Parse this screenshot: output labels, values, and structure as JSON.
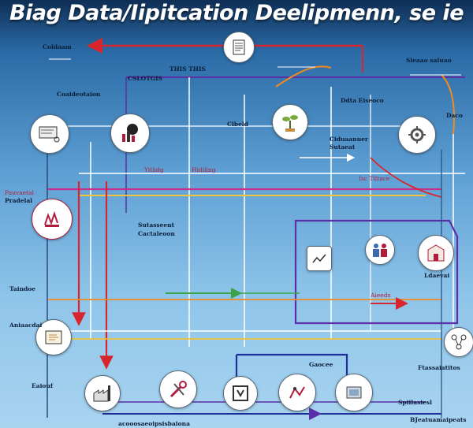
{
  "title": "Biag Data/Iipitcation Deelipmenn, se ie",
  "labels": {
    "top_center": "Coldaam",
    "top_center_sub": "",
    "top_right": "Sleaao saluao",
    "top_right_sub": "",
    "upper_mid_left": "CSLOTGIS",
    "upper_mid_center": "THIS THIS",
    "left_top": "Coaideotaion",
    "right_heading": "Ddta Eiseoco",
    "center_node_caption": "Clbeld",
    "mid_left_small": "Yitlidg",
    "mid_center_small": "Hidiling",
    "center_block_1": "Ciduaanuer",
    "center_block_2": "Sutaeat",
    "mid_right_caption": "Isc Tiltace",
    "left_side_1": "Pauvaetal",
    "left_side_2": "Pradelal",
    "center_left_block": "Sutasseent",
    "center_left_block_2": "Cactaleoon",
    "right_mid_small": "Ldaevai",
    "left_lower_1": "Taindoe",
    "left_lower_2": "Aniaacdai",
    "arrow_label_right": "Aieeds",
    "bottom_left": "Eaiouf",
    "bottom_center_small": "Gaocee",
    "bottom_right_1": "Ftassaiatitos",
    "bottom_right_2": "Spiilasiesl",
    "bottom_right_3": "BJeatuamaipeats",
    "bottom_center_long": "acooosaeoipsisbaiona",
    "right_small_top": "Daco"
  },
  "icons": [
    "document-icon",
    "device-icon",
    "analytics-icon",
    "chart-icon",
    "plant-icon",
    "gear-icon",
    "hands-icon",
    "people-icon",
    "building-icon",
    "code-icon",
    "network-icon",
    "factory-icon",
    "tools-icon",
    "frame-icon",
    "server-icon",
    "globe-icon"
  ],
  "colors": {
    "line_red": "#d8262e",
    "line_purple": "#5a2fa8",
    "line_orange": "#f28a1f",
    "line_yellow": "#f2c23a",
    "line_white": "#ffffff",
    "line_green": "#3aa34a",
    "line_magenta": "#c4308a",
    "line_blue": "#1d2f9a"
  }
}
